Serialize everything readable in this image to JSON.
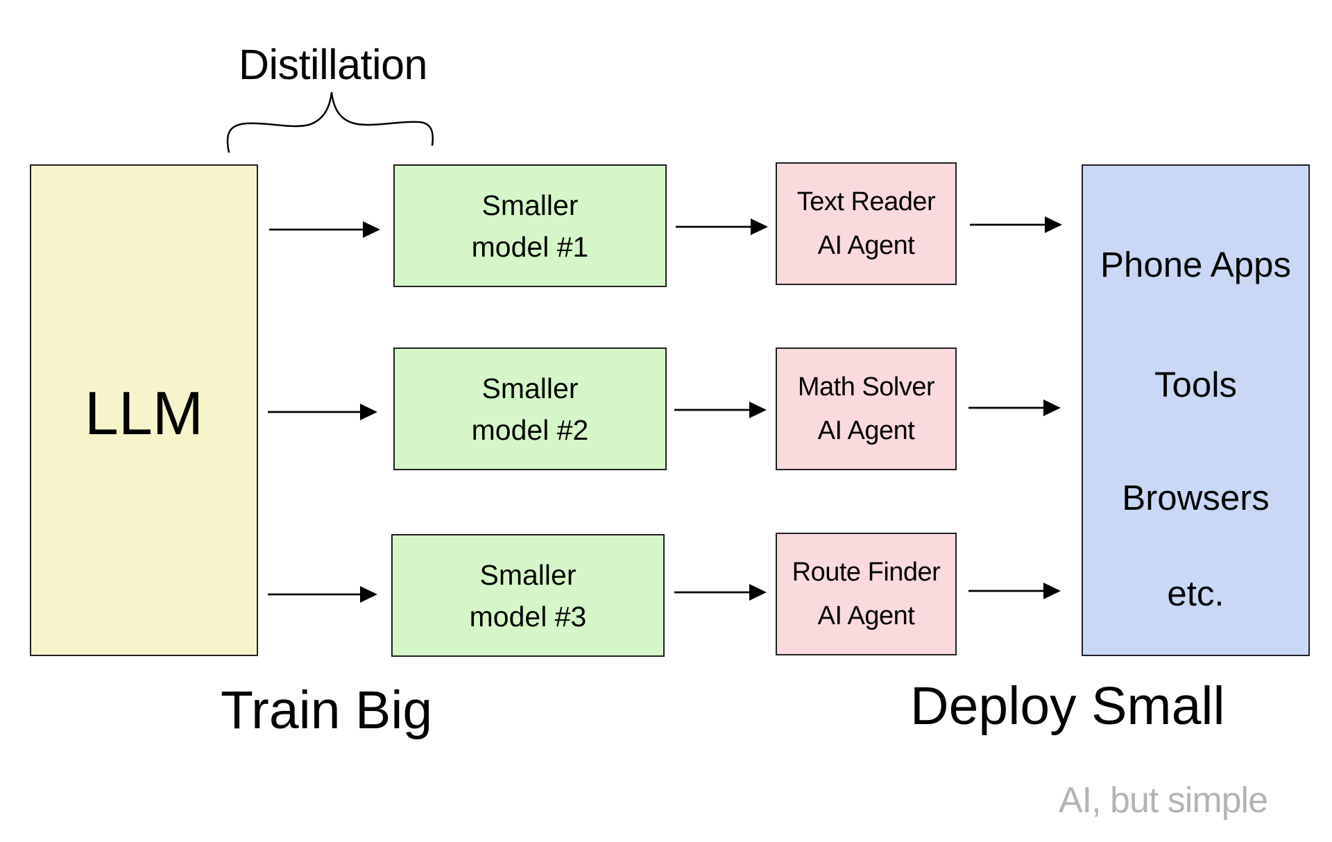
{
  "title": "Distillation",
  "source": {
    "label": "LLM",
    "fill": "#f7f4c9"
  },
  "smaller_models": [
    {
      "line1": "Smaller",
      "line2": "model #1"
    },
    {
      "line1": "Smaller",
      "line2": "model #2"
    },
    {
      "line1": "Smaller",
      "line2": "model #3"
    }
  ],
  "agents": [
    {
      "line1": "Text Reader",
      "line2": "AI Agent"
    },
    {
      "line1": "Math Solver",
      "line2": "AI Agent"
    },
    {
      "line1": "Route Finder",
      "line2": "AI Agent"
    }
  ],
  "targets": [
    "Phone Apps",
    "Tools",
    "Browsers",
    "etc."
  ],
  "bottom_labels": {
    "left": "Train Big",
    "right": "Deploy Small"
  },
  "watermark": "AI, but simple",
  "colors": {
    "llm": "#f7f4c9",
    "smaller_model": "#d5f7c8",
    "agent": "#fadadd",
    "targets": "#c9d8f7",
    "watermark": "#b3b3b3"
  }
}
